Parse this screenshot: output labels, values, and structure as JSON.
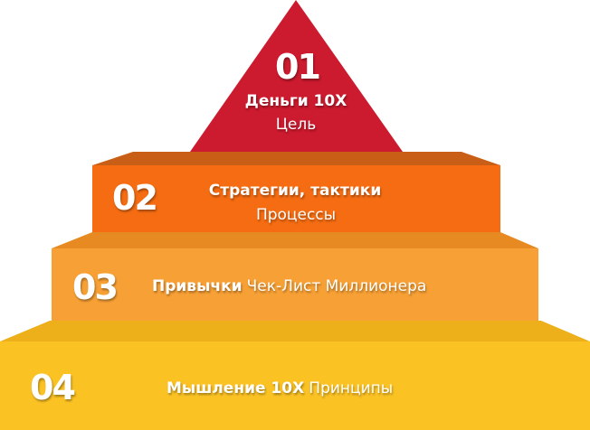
{
  "colors": {
    "level1": "#cc1a2e",
    "level2_top": "#c95f16",
    "level2_front": "#f56c12",
    "level3_top": "#e88a22",
    "level3_front": "#f7a035",
    "level4_top": "#eeb01a",
    "level4_front": "#fbc224"
  },
  "levels": [
    {
      "number": "01",
      "title": "Деньги 10X",
      "subtitle": "Цель"
    },
    {
      "number": "02",
      "title": "Стратегии, тактики",
      "subtitle": "Процессы"
    },
    {
      "number": "03",
      "title": "Привычки",
      "subtitle": "Чек-Лист Миллионера"
    },
    {
      "number": "04",
      "title": "Мышление 10X",
      "subtitle": "Принципы"
    }
  ]
}
